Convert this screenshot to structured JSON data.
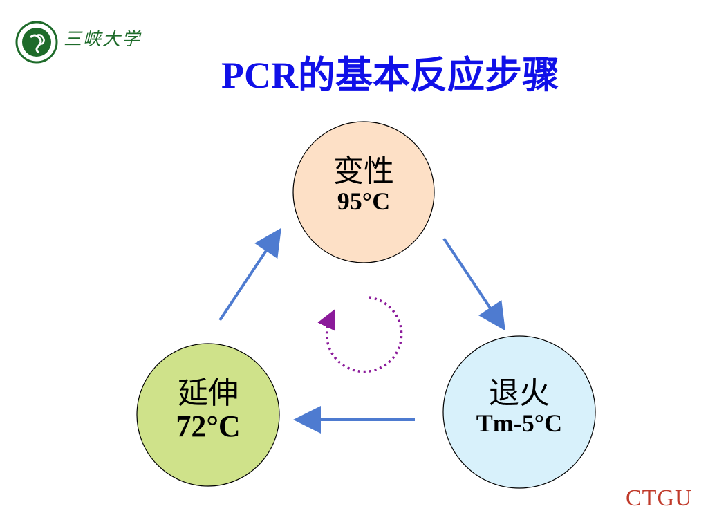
{
  "header": {
    "logo_text": "三峡大学",
    "title": "PCR的基本反应步骤"
  },
  "steps": [
    {
      "name": "变性",
      "temp": "95°C",
      "color": "#fde0c6"
    },
    {
      "name": "退火",
      "temp": "Tm-5°C",
      "color": "#d8f1fb"
    },
    {
      "name": "延伸",
      "temp": "72°C",
      "color": "#cfe28a"
    }
  ],
  "footer": {
    "brand": "CTGU"
  },
  "colors": {
    "arrow": "#4e7bd0",
    "cycle": "#8b1a9a",
    "title": "#1010e8",
    "logo": "#1e6b2a"
  }
}
